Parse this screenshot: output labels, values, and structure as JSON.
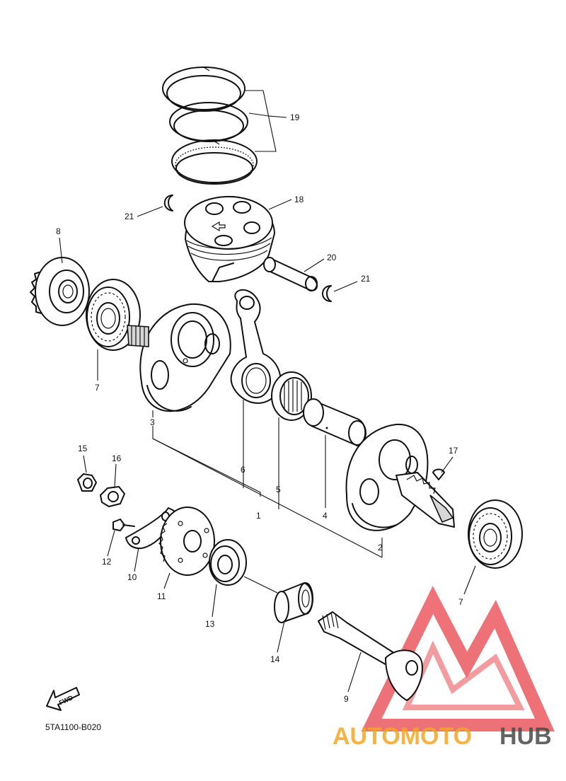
{
  "diagram": {
    "callouts": {
      "c1": "1",
      "c2": "2",
      "c3": "3",
      "c4": "4",
      "c5": "5",
      "c6": "6",
      "c7a": "7",
      "c7b": "7",
      "c8": "8",
      "c9": "9",
      "c10": "10",
      "c11": "11",
      "c12": "12",
      "c13": "13",
      "c14": "14",
      "c15": "15",
      "c16": "16",
      "c17": "17",
      "c18": "18",
      "c19": "19",
      "c20": "20",
      "c21a": "21",
      "c21b": "21"
    },
    "fwd_label": "FWD",
    "drawing_code": "5TA1100-B020"
  },
  "watermark": {
    "part1": "AUTOMOTO",
    "part2": "HUB",
    "color_part1": "#f5a623",
    "color_part2": "#4a4a4a",
    "logo_color": "#e8434a"
  }
}
